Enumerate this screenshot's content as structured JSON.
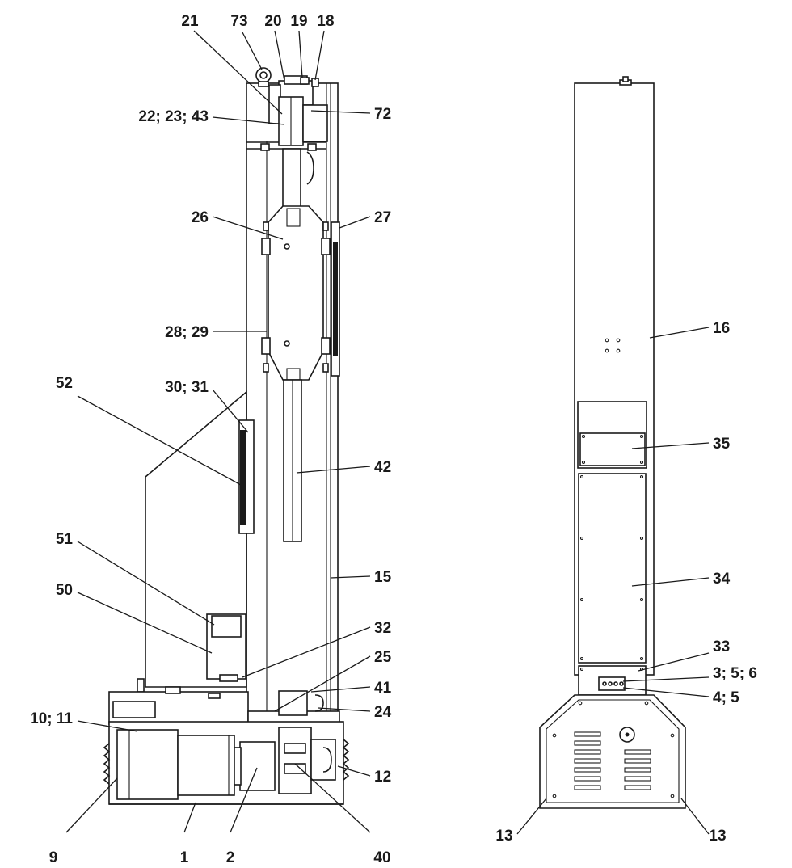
{
  "callouts": {
    "c21": "21",
    "c73": "73",
    "c20": "20",
    "c19": "19",
    "c18": "18",
    "c22_23_43": "22; 23; 43",
    "c72": "72",
    "c26": "26",
    "c27": "27",
    "c28_29": "28; 29",
    "c52": "52",
    "c30_31": "30; 31",
    "c42": "42",
    "c51": "51",
    "c15": "15",
    "c50": "50",
    "c32": "32",
    "c25": "25",
    "c41": "41",
    "c24": "24",
    "c10_11": "10; 11",
    "c12": "12",
    "c9": "9",
    "c1": "1",
    "c2": "2",
    "c40": "40",
    "c16": "16",
    "c35": "35",
    "c34": "34",
    "c33": "33",
    "c3_5_6": "3; 5; 6",
    "c4_5": "4; 5",
    "c13_left": "13",
    "c13_right": "13"
  }
}
